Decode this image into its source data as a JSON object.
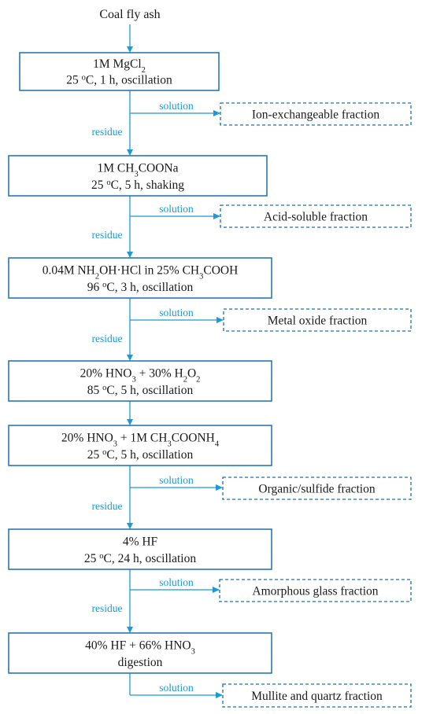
{
  "start": {
    "label": "Coal fly ash"
  },
  "flow_labels": {
    "solution": "solution",
    "residue": "residue"
  },
  "colors": {
    "box_border": "#1a6fae",
    "flow": "#1a9ad6",
    "text": "#1a1a1a"
  },
  "steps": [
    {
      "line1": [
        {
          "t": "1M MgCl"
        },
        {
          "t": "2",
          "s": "sub"
        }
      ],
      "line2": [
        {
          "t": "25 "
        },
        {
          "t": "o",
          "s": "sup"
        },
        {
          "t": "C, 1 h, oscillation"
        }
      ]
    },
    {
      "line1": [
        {
          "t": "1M CH"
        },
        {
          "t": "3",
          "s": "sub"
        },
        {
          "t": "COONa"
        }
      ],
      "line2": [
        {
          "t": "25 "
        },
        {
          "t": "o",
          "s": "sup"
        },
        {
          "t": "C, 5 h, shaking"
        }
      ]
    },
    {
      "line1": [
        {
          "t": "0.04M NH"
        },
        {
          "t": "2",
          "s": "sub"
        },
        {
          "t": "OH·HCl in 25% CH"
        },
        {
          "t": "3",
          "s": "sub"
        },
        {
          "t": "COOH"
        }
      ],
      "line2": [
        {
          "t": "96 "
        },
        {
          "t": "o",
          "s": "sup"
        },
        {
          "t": "C, 3 h, oscillation"
        }
      ]
    },
    {
      "line1": [
        {
          "t": "20% HNO"
        },
        {
          "t": "3",
          "s": "sub"
        },
        {
          "t": " + 30% H"
        },
        {
          "t": "2",
          "s": "sub"
        },
        {
          "t": "O"
        },
        {
          "t": "2",
          "s": "sub"
        }
      ],
      "line2": [
        {
          "t": "85 "
        },
        {
          "t": "o",
          "s": "sup"
        },
        {
          "t": "C, 5 h, oscillation"
        }
      ]
    },
    {
      "line1": [
        {
          "t": "20% HNO"
        },
        {
          "t": "3",
          "s": "sub"
        },
        {
          "t": " + 1M CH"
        },
        {
          "t": "3",
          "s": "sub"
        },
        {
          "t": "COONH"
        },
        {
          "t": "4",
          "s": "sub"
        }
      ],
      "line2": [
        {
          "t": "25 "
        },
        {
          "t": "o",
          "s": "sup"
        },
        {
          "t": "C, 5 h, oscillation"
        }
      ]
    },
    {
      "line1": [
        {
          "t": "4% HF"
        }
      ],
      "line2": [
        {
          "t": "25 "
        },
        {
          "t": "o",
          "s": "sup"
        },
        {
          "t": "C, 24 h, oscillation"
        }
      ]
    },
    {
      "line1": [
        {
          "t": "40% HF + 66% HNO"
        },
        {
          "t": "3",
          "s": "sub"
        }
      ],
      "line2": [
        {
          "t": "digestion"
        }
      ]
    }
  ],
  "fractions": [
    {
      "after_step": 0,
      "label": "Ion-exchangeable fraction"
    },
    {
      "after_step": 1,
      "label": "Acid-soluble fraction"
    },
    {
      "after_step": 2,
      "label": "Metal oxide fraction"
    },
    {
      "after_step": 4,
      "label": "Organic/sulfide fraction"
    },
    {
      "after_step": 5,
      "label": "Amorphous glass fraction"
    },
    {
      "after_step": 6,
      "label": "Mullite and quartz fraction"
    }
  ],
  "residue_after_steps": [
    0,
    1,
    2,
    4,
    5
  ]
}
